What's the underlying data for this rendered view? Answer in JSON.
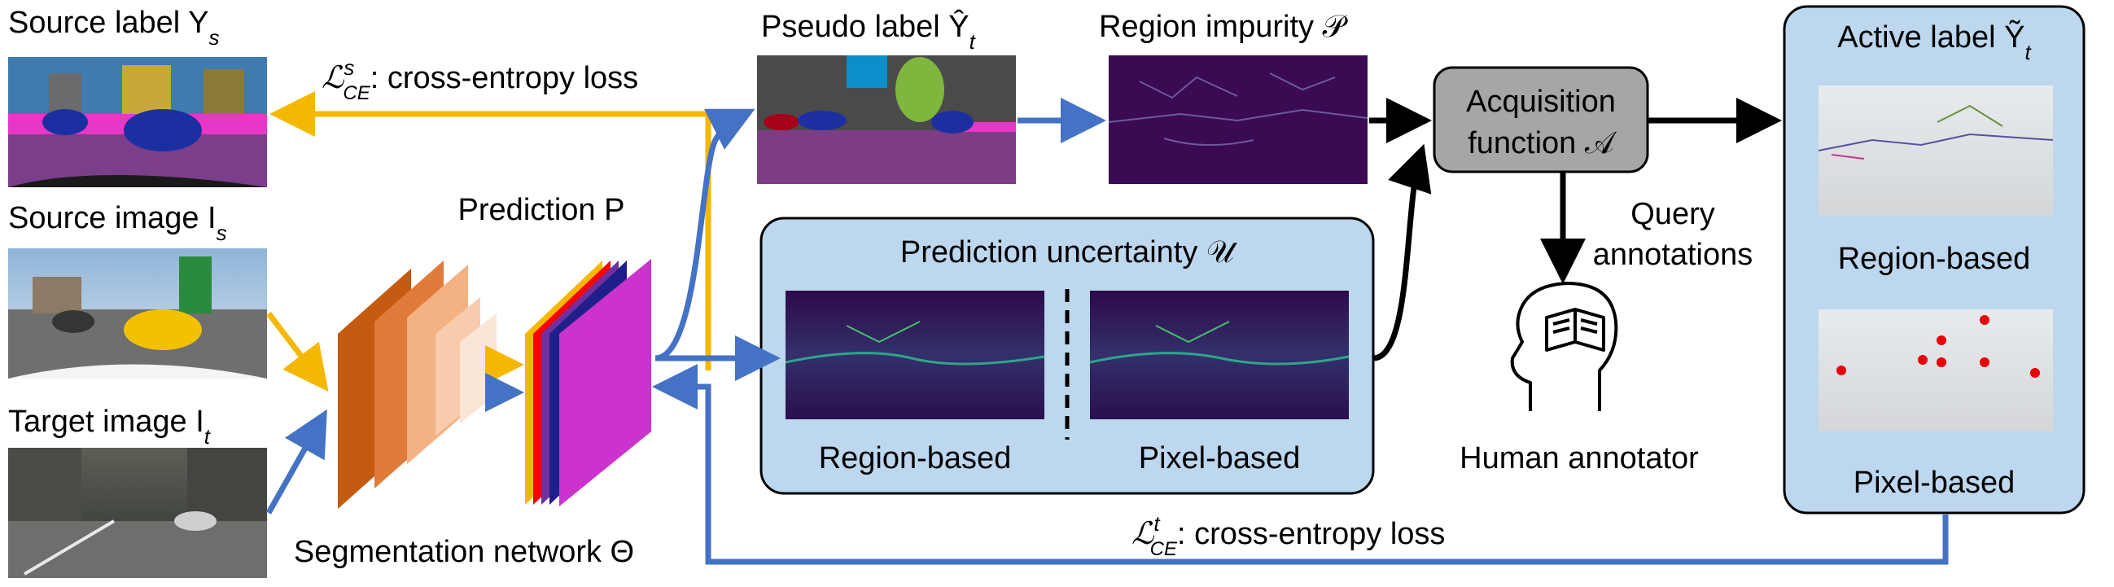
{
  "labels": {
    "source_label": "Source label Y",
    "source_label_sub": "s",
    "source_image": "Source image I",
    "source_image_sub": "s",
    "target_image": "Target image I",
    "target_image_sub": "t",
    "prediction": "Prediction P",
    "seg_network": "Segmentation network Θ",
    "loss_source_math": "ℒ",
    "loss_source_sup": "s",
    "loss_source_sub": "CE",
    "loss_source_text": ": cross-entropy loss",
    "loss_target_math": "ℒ",
    "loss_target_sup": "t",
    "loss_target_sub": "CE",
    "loss_target_text": ": cross-entropy loss",
    "pseudo_label": "Pseudo label Ŷ",
    "pseudo_label_sub": "t",
    "region_impurity": "Region impurity 𝒫",
    "prediction_uncertainty": "Prediction uncertainty 𝒰",
    "region_based": "Region-based",
    "pixel_based": "Pixel-based",
    "acquisition_line1": "Acquisition",
    "acquisition_line2": "function 𝒜",
    "query_line1": "Query",
    "query_line2": "annotations",
    "human_annotator": "Human annotator",
    "active_label": "Active label Ỹ",
    "active_label_sub": "t",
    "active_region": "Region-based",
    "active_pixel": "Pixel-based"
  },
  "colors": {
    "source_arrow": "#f5b800",
    "target_arrow": "#4472c4",
    "panel_fill": "#bdd7ee",
    "acq_fill": "#a6a6a6",
    "impurity_bg": "#3b0a52",
    "pixel_dot": "#e8000b"
  },
  "icons": [
    "human-head-book-icon"
  ]
}
